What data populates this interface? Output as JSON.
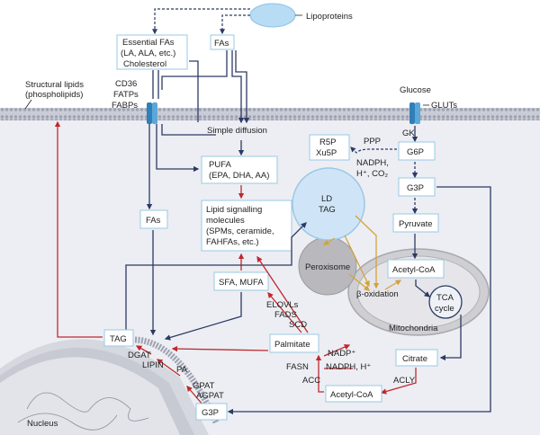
{
  "diagram": {
    "lipoproteins": "Lipoproteins",
    "essential_fas": [
      "Essential FAs",
      "(LA, ALA, etc.)",
      "Cholesterol"
    ],
    "fas_top": "FAs",
    "structural_lipids": [
      "Structural lipids",
      "(phospholipids)"
    ],
    "transporters": [
      "CD36",
      "FATPs",
      "FABPs"
    ],
    "glucose": "Glucose",
    "gluts": "GLUTs",
    "simple_diffusion": "Simple diffusion",
    "pufa": [
      "PUFA",
      "(EPA, DHA, AA)"
    ],
    "lipid_signalling": [
      "Lipid signalling",
      "molecules",
      "(SPMs, ceramide,",
      "FAHFAs, etc.)"
    ],
    "fas_mid": "FAs",
    "sfa_mufa": "SFA, MUFA",
    "elovls": "ELOVLs",
    "fads": "FADS",
    "scd": "SCD",
    "palmitate": "Palmitate",
    "tag": "TAG",
    "dgat": "DGAT",
    "lipin": "LIPIN",
    "pa": "PA",
    "gpat": "GPAT",
    "agpat": "AGPAT",
    "g3p_bottom": "G3P",
    "nucleus": "Nucleus",
    "ld": "LD",
    "ld_tag": "TAG",
    "peroxisome": "Peroxisome",
    "beta_oxidation": "β-oxidation",
    "acetyl_coa_mito": "Acetyl-CoA",
    "tca": [
      "TCA",
      "cycle"
    ],
    "mitochondria": "Mitochondria",
    "gk": "GK",
    "g6p": "G6P",
    "ppp": "PPP",
    "r5p": [
      "R5P",
      "Xu5P"
    ],
    "nadph_ppp": [
      "NADPH,",
      "H⁺, CO₂"
    ],
    "g3p_right": "G3P",
    "pyruvate": "Pyruvate",
    "citrate": "Citrate",
    "acly": "ACLY",
    "acetyl_coa_cyto": "Acetyl-CoA",
    "acc": "ACC",
    "fasn": "FASN",
    "nadp": "NADP⁺",
    "nadph_fasn": "NADPH, H⁺"
  },
  "colors": {
    "red": "#c0282d",
    "navy": "#2c3a63",
    "gold": "#d3a33a",
    "box_border": "#9ac8e6",
    "membrane": "#c9ccd6",
    "cell": "#eceef3",
    "ld_fill": "#cfe5f7",
    "peroxisome": "#b9b9bd",
    "mito": "#cfcfd3"
  }
}
